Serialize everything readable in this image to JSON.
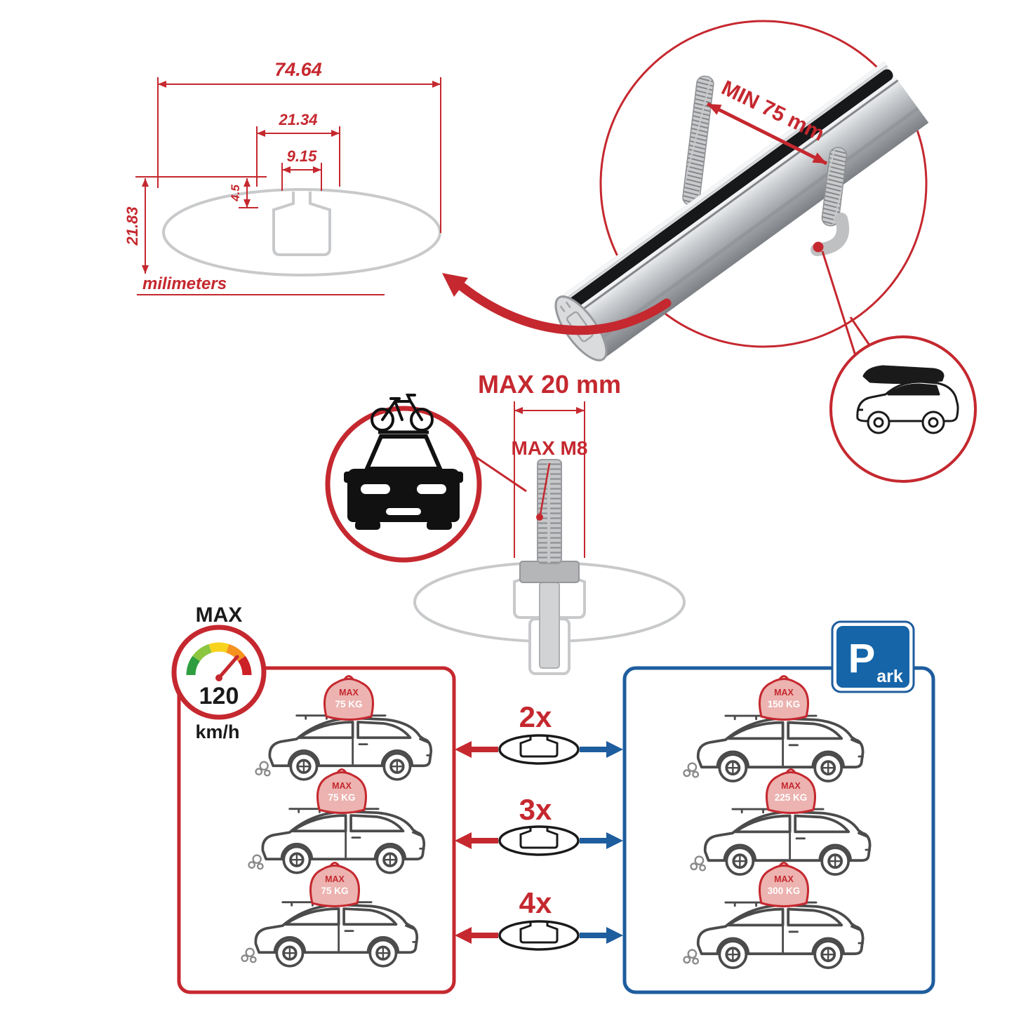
{
  "colors": {
    "red": "#c5282f",
    "blue": "#1e5d9e",
    "profile_gray": "#c8c9cb",
    "car_line": "#4b4b4b"
  },
  "dimension_diagram": {
    "total_width": "74.64",
    "channel_width": "21.34",
    "slot_width": "9.15",
    "lip_depth": "4.5",
    "total_height": "21.83",
    "units": "milimeters"
  },
  "bar_callout": {
    "min_clamp": "MIN 75 mm"
  },
  "bolt_callout": {
    "max_protrusion": "MAX 20 mm",
    "max_thread": "MAX M8"
  },
  "speed_limit": {
    "label": "MAX",
    "value": "120",
    "unit": "km/h"
  },
  "parking_sign": {
    "letter": "P",
    "suffix": "ark"
  },
  "cargo_label": "MAX",
  "rows": [
    {
      "count": "2x",
      "left_load": "75 KG",
      "right_load": "150 KG"
    },
    {
      "count": "3x",
      "left_load": "75 KG",
      "right_load": "225 KG"
    },
    {
      "count": "4x",
      "left_load": "75 KG",
      "right_load": "300 KG"
    }
  ]
}
